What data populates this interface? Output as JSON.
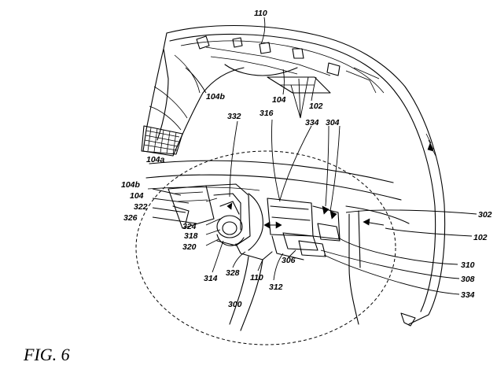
{
  "figure": {
    "caption": "FIG. 6"
  },
  "labels": {
    "l110a": "110",
    "l104b_top": "104b",
    "l104a": "104a",
    "l104_top": "104",
    "l102_top": "102",
    "l332": "332",
    "l316": "316",
    "l334_top": "334",
    "l304": "304",
    "l104b_left": "104b",
    "l104_left": "104",
    "l322": "322",
    "l326": "326",
    "l324": "324",
    "l318": "318",
    "l320": "320",
    "l314": "314",
    "l328": "328",
    "l110b": "110",
    "l312": "312",
    "l306": "306",
    "l300": "300",
    "l302": "302",
    "l102_right": "102",
    "l310": "310",
    "l308": "308",
    "l334_bottom": "334"
  }
}
